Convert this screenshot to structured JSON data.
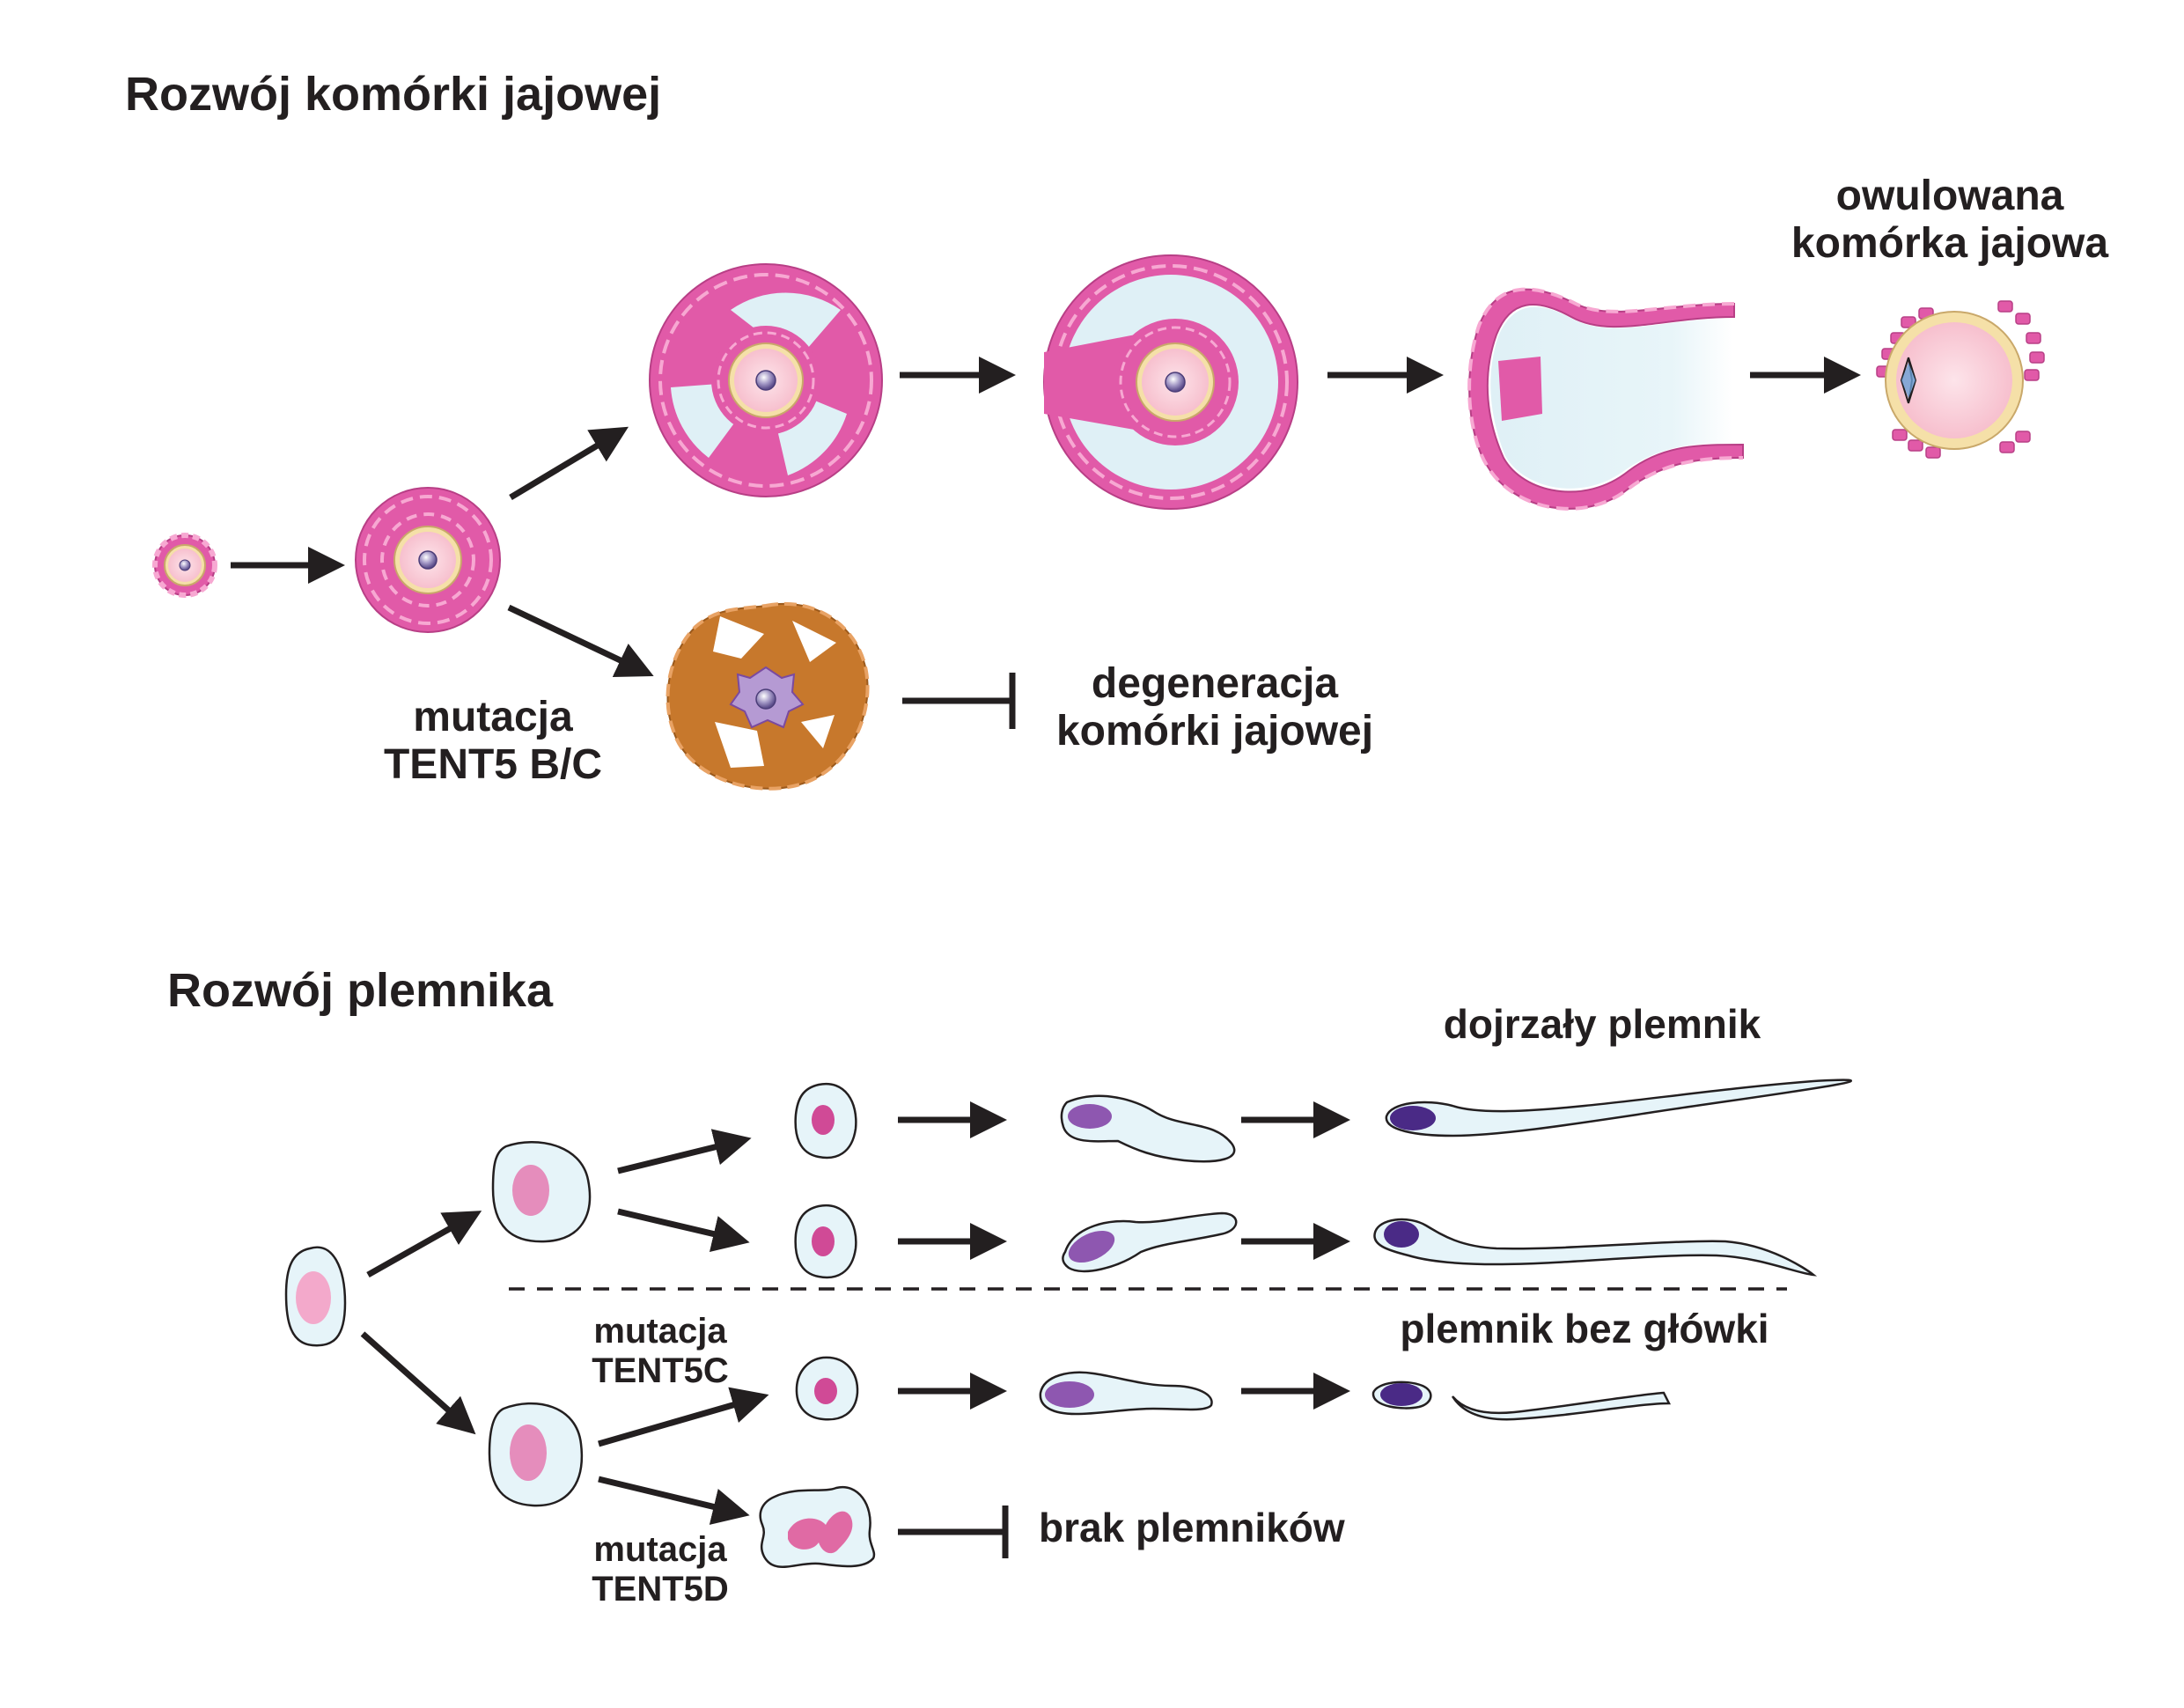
{
  "egg": {
    "title": "Rozwój komórki jajowej",
    "ovulated_line1": "owulowana",
    "ovulated_line2": "komórka jajowa",
    "mutation_line1": "mutacja",
    "mutation_line2": "TENT5 B/C",
    "degeneration_line1": "degeneracja",
    "degeneration_line2": "komórki jajowej"
  },
  "sperm": {
    "title": "Rozwój plemnika",
    "mature": "dojrzały plemnik",
    "headless": "plemnik bez główki",
    "mutation_c_line1": "mutacja",
    "mutation_c_line2": "TENT5C",
    "mutation_d_line1": "mutacja",
    "mutation_d_line2": "TENT5D",
    "no_sperm": "brak plemników"
  },
  "colors": {
    "granulosa": "#e15aa8",
    "granulosa_degenerate": "#c7782c",
    "oocyte": "#f8c9d2",
    "zona": "#f5e0a8",
    "antrum": "#dff0f6",
    "cell_fill": "#e6f4f9",
    "nucleus_pink": "#e06aa4",
    "nucleus_purple": "#7a4aa0",
    "ink": "#231f20"
  }
}
